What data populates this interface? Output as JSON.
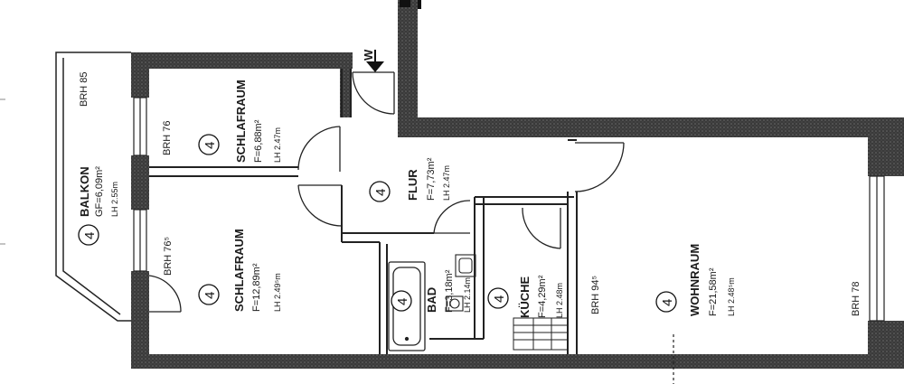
{
  "balkon": {
    "brh": "BRH 85",
    "name": "BALKON",
    "area": "GF=6,09m²",
    "lh": "LH 2.55m",
    "num": "4"
  },
  "schlafraum1": {
    "brh": "BRH 76",
    "name": "SCHLAFRAUM",
    "area": "F=6,88m²",
    "lh": "LH 2.47m",
    "num": "4"
  },
  "schlafraum2": {
    "brh": "BRH 76⁵",
    "name": "SCHLAFRAUM",
    "area": "F=12,89m²",
    "lh": "LH 2.49⁵m",
    "num": "4"
  },
  "flur": {
    "name": "FLUR",
    "area": "F=7,73m²",
    "lh": "LH 2.47m",
    "num": "4"
  },
  "bad": {
    "name": "BAD",
    "area": "F=3,18m²",
    "lh": "LH 2.14m",
    "num": "4"
  },
  "kueche": {
    "name": "KÜCHE",
    "area": "F=4,29m²",
    "lh": "LH 2.48m",
    "brh": "BRH 94⁵",
    "num": "4"
  },
  "wohnraum": {
    "name": "WOHNRAUM",
    "area": "F=21,58m²",
    "lh": "LH 2.48⁵m",
    "brh": "BRH 78",
    "num": "4"
  },
  "entrance": {
    "mark": "W"
  }
}
